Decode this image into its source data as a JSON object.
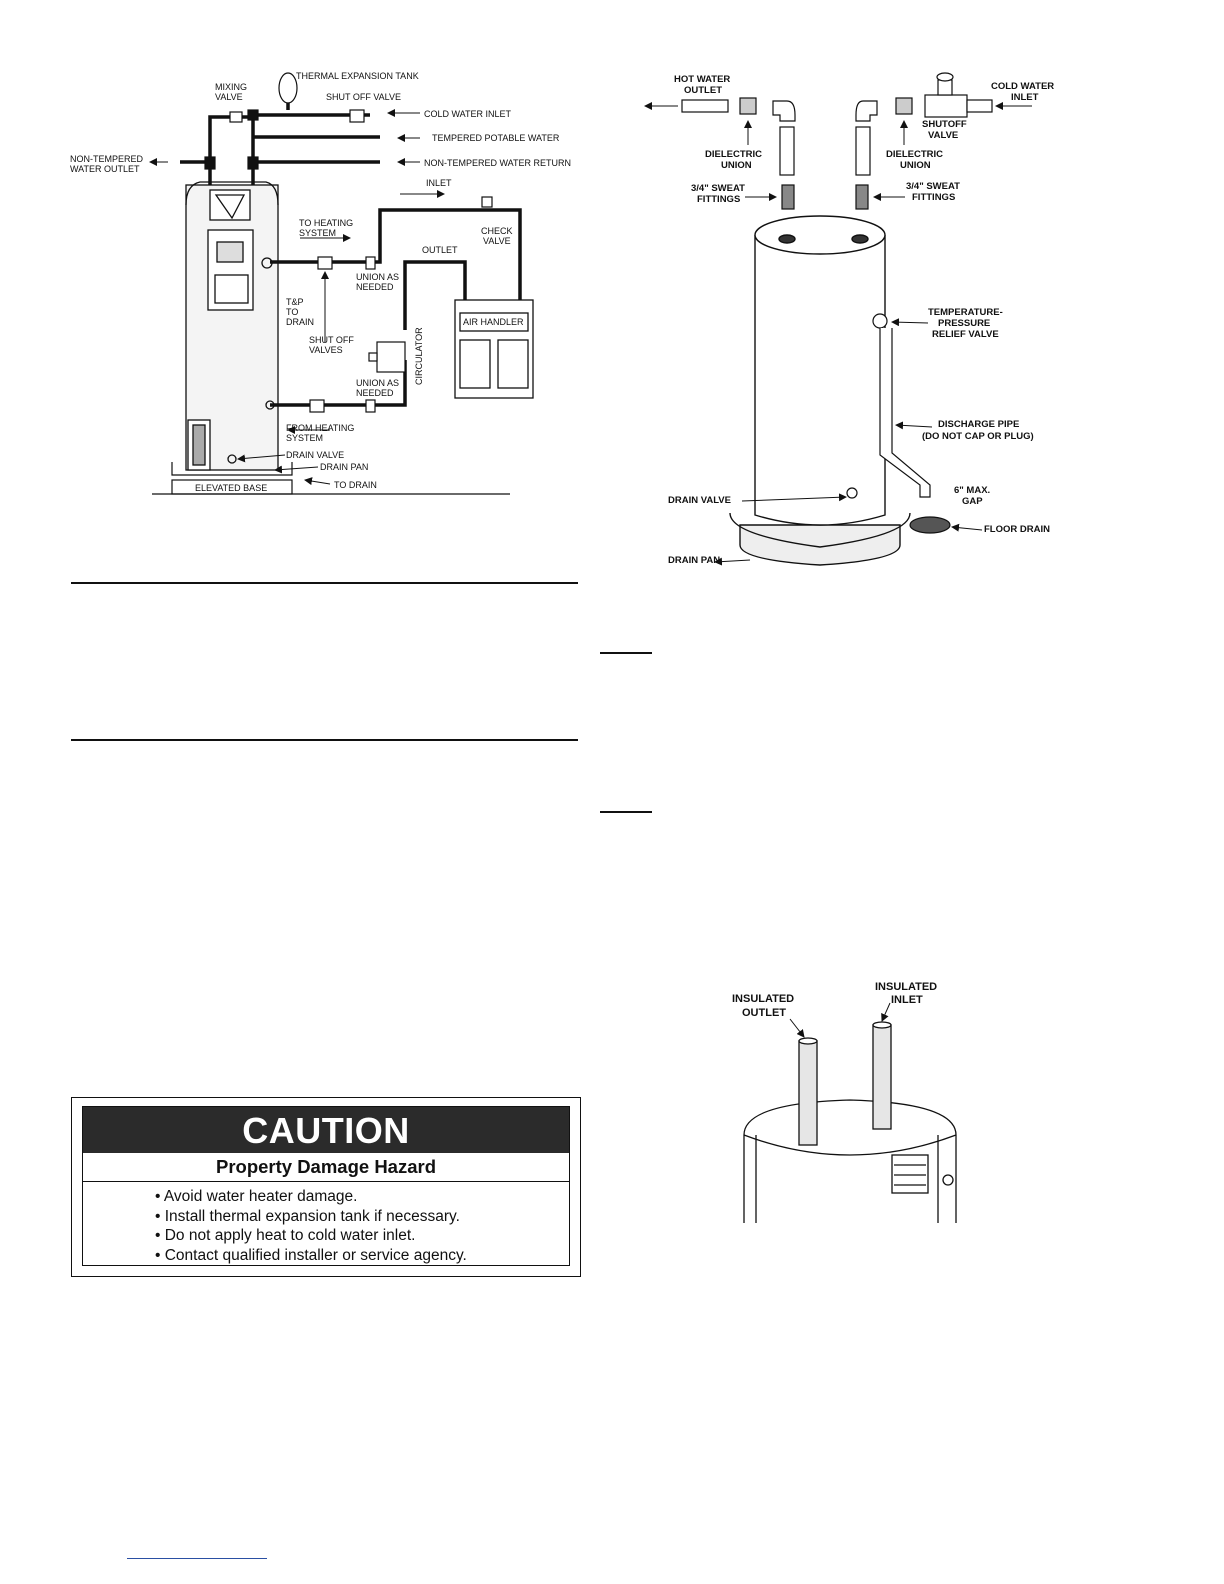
{
  "figure_left": {
    "labels": {
      "thermal_expansion_tank": "THERMAL EXPANSION TANK",
      "mixing_valve": [
        "MIXING",
        "VALVE"
      ],
      "shut_off_valve": "SHUT OFF VALVE",
      "cold_water_inlet": "COLD WATER INLET",
      "tempered_potable_water": "TEMPERED POTABLE WATER",
      "non_tempered_water_outlet": [
        "NON-TEMPERED",
        "WATER OUTLET"
      ],
      "non_tempered_water_return": "NON-TEMPERED WATER RETURN",
      "inlet": "INLET",
      "to_heating_system": [
        "TO HEATING",
        "SYSTEM"
      ],
      "check_valve": [
        "CHECK",
        "VALVE"
      ],
      "outlet": "OUTLET",
      "union_as_needed_top": [
        "UNION AS",
        "NEEDED"
      ],
      "tp_to_drain": [
        "T&P",
        "TO",
        "DRAIN"
      ],
      "air_handler": "AIR HANDLER",
      "shut_off_valves": [
        "SHUT OFF",
        "VALVES"
      ],
      "circulator": "CIRCULATOR",
      "union_as_needed_bottom": [
        "UNION AS",
        "NEEDED"
      ],
      "from_heating_system": [
        "FROM HEATING",
        "SYSTEM"
      ],
      "drain_valve": "DRAIN VALVE",
      "drain_pan": "DRAIN PAN",
      "elevated_base": "ELEVATED BASE",
      "to_drain": "TO DRAIN"
    }
  },
  "figure_right": {
    "labels": {
      "hot_water_outlet": [
        "HOT WATER",
        "OUTLET"
      ],
      "cold_water_inlet": [
        "COLD WATER",
        "INLET"
      ],
      "shutoff_valve": [
        "SHUTOFF",
        "VALVE"
      ],
      "dielectric_union_left": [
        "DIELECTRIC",
        "UNION"
      ],
      "dielectric_union_right": [
        "DIELECTRIC",
        "UNION"
      ],
      "sweat_fittings_left": [
        "3/4\" SWEAT",
        "FITTINGS"
      ],
      "sweat_fittings_right": [
        "3/4\" SWEAT",
        "FITTINGS"
      ],
      "tp_relief_valve": [
        "TEMPERATURE-",
        "PRESSURE",
        "RELIEF VALVE"
      ],
      "discharge_pipe": [
        "DISCHARGE PIPE",
        "(DO NOT CAP OR PLUG)"
      ],
      "max_gap": [
        "6\" MAX.",
        "GAP"
      ],
      "drain_valve": "DRAIN VALVE",
      "floor_drain": "FLOOR DRAIN",
      "drain_pan": "DRAIN PAN"
    }
  },
  "figure_insulated": {
    "labels": {
      "insulated_outlet": [
        "INSULATED",
        "OUTLET"
      ],
      "insulated_inlet": [
        "INSULATED",
        "INLET"
      ]
    }
  },
  "caution_box": {
    "heading": "CAUTION",
    "subheading": "Property Damage Hazard",
    "items": [
      "• Avoid water heater damage.",
      "• Install thermal expansion tank if necessary.",
      "• Do not apply heat to cold water inlet.",
      "• Contact qualified installer or service agency."
    ]
  },
  "colors": {
    "ink": "#111111",
    "caution_header": "#2b2b2b",
    "link": "#2a4fa3"
  }
}
